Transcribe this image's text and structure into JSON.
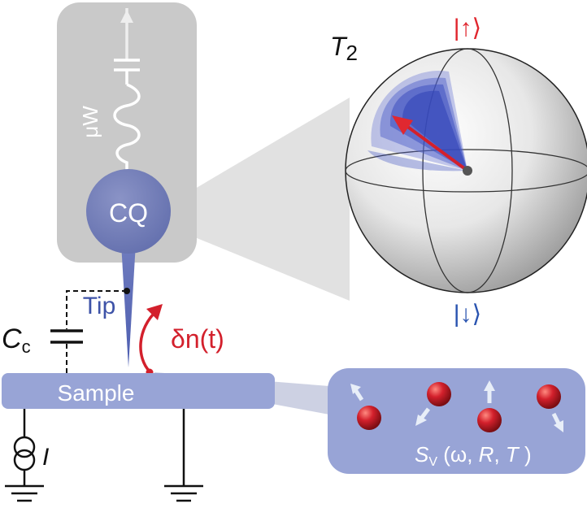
{
  "probe": {
    "microwave_label": "μW",
    "qubit_label": "CQ",
    "tip_label": "Tip"
  },
  "circuit": {
    "coupling_cap_symbol": "C",
    "coupling_cap_subscript": "c",
    "current_source_label": "I",
    "sample_label": "Sample",
    "fluctuation_label": "δn(t)"
  },
  "bloch_sphere": {
    "dephasing_label_main": "T",
    "dephasing_label_sub": "2",
    "up_state": "|↑⟩",
    "down_state": "|↓⟩"
  },
  "noise_panel": {
    "spectral_symbol": "S",
    "spectral_subscript": "V",
    "args_open": " (ω, ",
    "arg_R": "R",
    "arg_sep": ", ",
    "arg_T": "T",
    "args_close": " )"
  },
  "colors": {
    "probe_panel": "#c9c9c9",
    "qubit_blue": "#7680b8",
    "tip_blue": "#4c5db0",
    "sample_bar": "#98a4d6",
    "noise_panel": "#98a4d6",
    "fluctuation_red": "#d3202c",
    "up_state_red": "#e0262e",
    "down_state_blue": "#2a54b0",
    "spin_particle_red": "#c4161c"
  }
}
